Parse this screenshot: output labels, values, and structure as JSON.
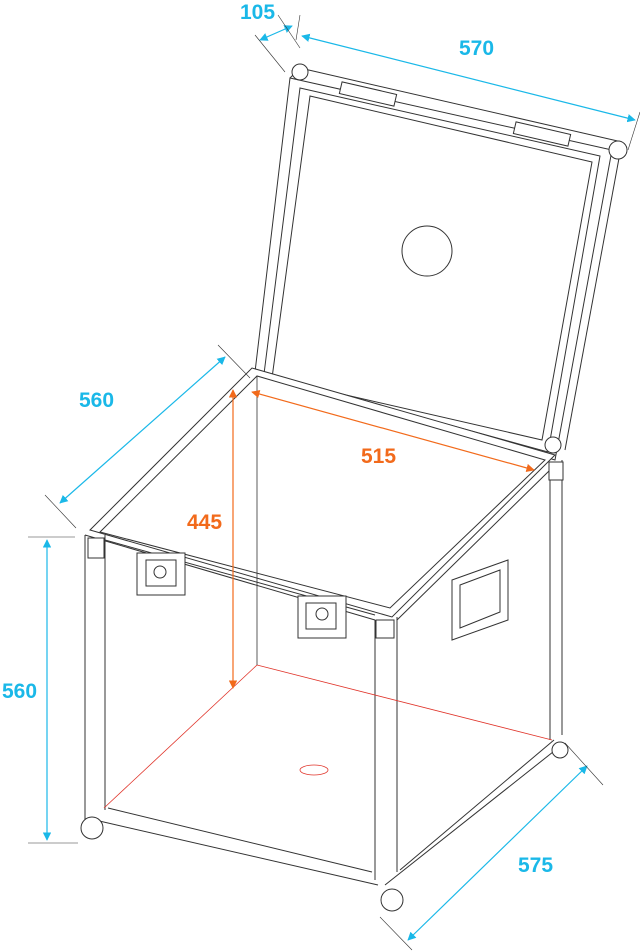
{
  "diagram": {
    "subject": "Flight case with open lid - dimension drawing",
    "colors": {
      "outer_dimension": "#1ab8e8",
      "inner_dimension": "#f26a1b",
      "inner_guide": "#e0342a",
      "line": "#333333"
    },
    "outer_dimensions": {
      "lid_depth": "105",
      "lid_width": "570",
      "top_depth": "560",
      "height": "560",
      "bottom_depth": "575"
    },
    "inner_dimensions": {
      "inner_width": "515",
      "inner_height": "445"
    }
  }
}
